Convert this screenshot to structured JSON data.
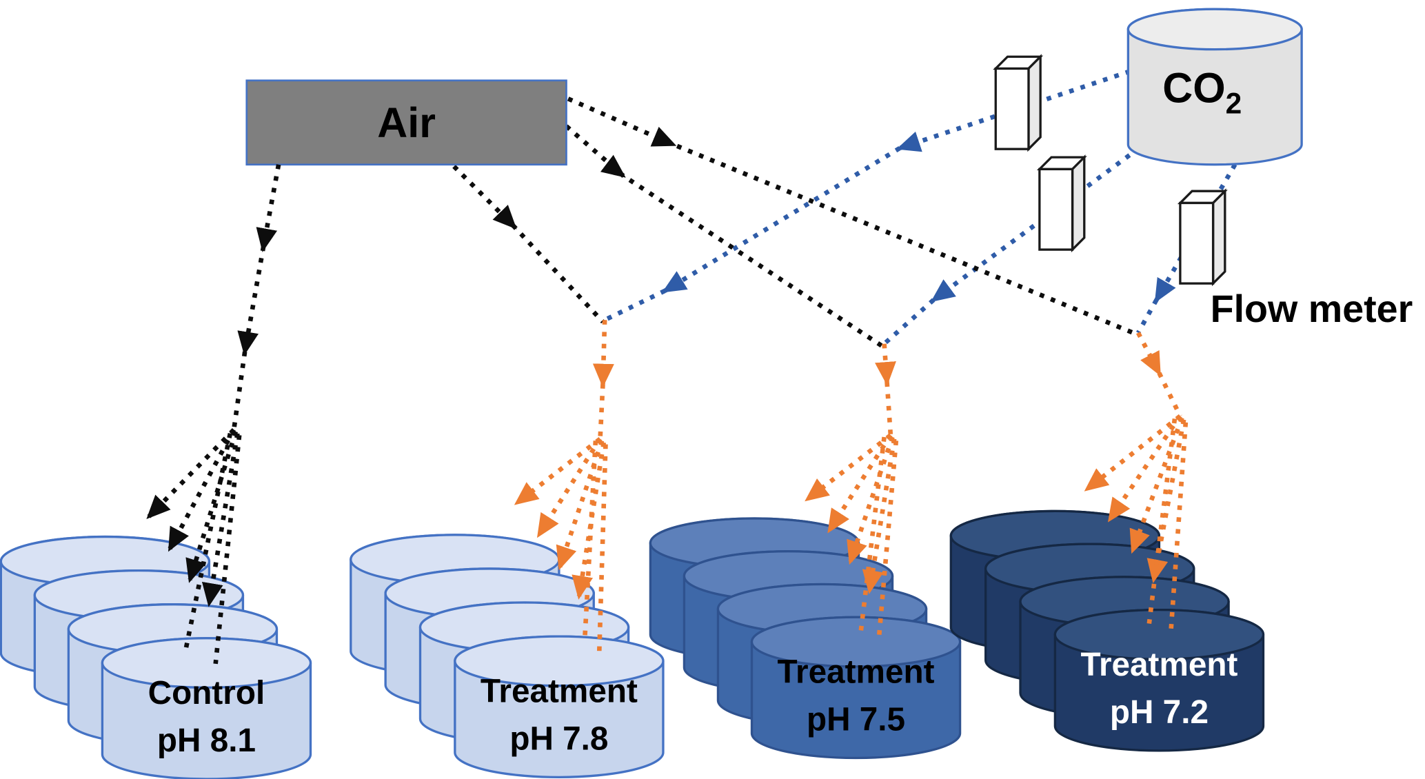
{
  "diagram": {
    "air_label": "Air",
    "co2_label": "CO",
    "co2_subscript": "2",
    "flow_meter_label": "Flow meter"
  },
  "tank_groups": [
    {
      "name": "control",
      "line1": "Control",
      "line2": "pH 8.1",
      "fill": "#c7d5ed",
      "top_fill": "#d9e2f4",
      "stroke": "#4472c4",
      "text_color": "#000000"
    },
    {
      "name": "treatment-7-8",
      "line1": "Treatment",
      "line2": "pH 7.8",
      "fill": "#c7d5ed",
      "top_fill": "#d9e2f4",
      "stroke": "#4472c4",
      "text_color": "#000000"
    },
    {
      "name": "treatment-7-5",
      "line1": "Treatment",
      "line2": "pH 7.5",
      "fill": "#3e68a8",
      "top_fill": "#5d80ba",
      "stroke": "#2f528f",
      "text_color": "#000000"
    },
    {
      "name": "treatment-7-2",
      "line1": "Treatment",
      "line2": "pH 7.2",
      "fill": "#203a66",
      "top_fill": "#32517f",
      "stroke": "#152844",
      "text_color": "#ffffff"
    }
  ],
  "colors": {
    "air_line": "#0d0d0d",
    "co2_line": "#2f5ca8",
    "mixed_line": "#ed7d31",
    "air_box_fill": "#7f7f7f",
    "co2_tank_fill": "#e2e2e2",
    "co2_tank_top_fill": "#ededed",
    "box_stroke": "#4472c4",
    "flow_meter_fill": "#ffffff",
    "flow_meter_side_fill": "#e9e9e9",
    "text_color": "#000000"
  }
}
